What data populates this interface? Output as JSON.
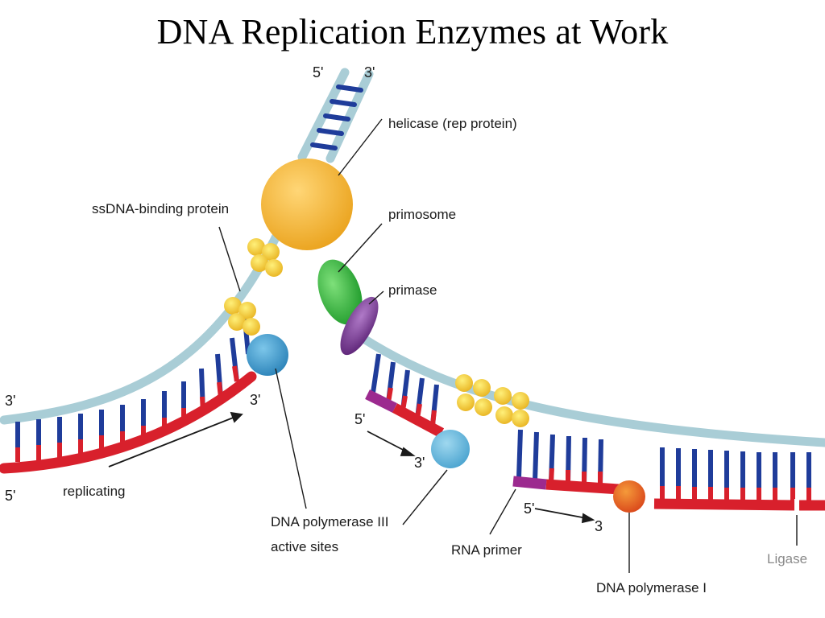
{
  "title": "DNA Replication Enzymes at Work",
  "labels": {
    "helicase": "helicase (rep protein)",
    "ssdna_binding": "ssDNA-binding protein",
    "primosome": "primosome",
    "primase": "primase",
    "replicating": "replicating",
    "pol3_line1": "DNA polymerase III",
    "pol3_line2": "active sites",
    "rna_primer": "RNA primer",
    "pol1": "DNA polymerase I",
    "ligase": "Ligase"
  },
  "ends": {
    "top_5": "5'",
    "top_3": "3'",
    "left_3": "3'",
    "left_5": "5'",
    "lead_3": "3'",
    "lag1_5": "5'",
    "lag1_3": "3'",
    "lag2_5": "5'",
    "lag2_3": "3"
  },
  "colors": {
    "backbone_parent": "#a9cdd6",
    "backbone_new": "#d8202c",
    "base_blue": "#1f3c9a",
    "base_red": "#d8202c",
    "helicase": "#f2b43a",
    "primase": "#7b3a96",
    "primosome": "#3bb33b",
    "pol3": "#3f9fd0",
    "pol1": "#e8621e",
    "ssb": "#f2cf36",
    "rna_primer": "#9c2a8f"
  }
}
